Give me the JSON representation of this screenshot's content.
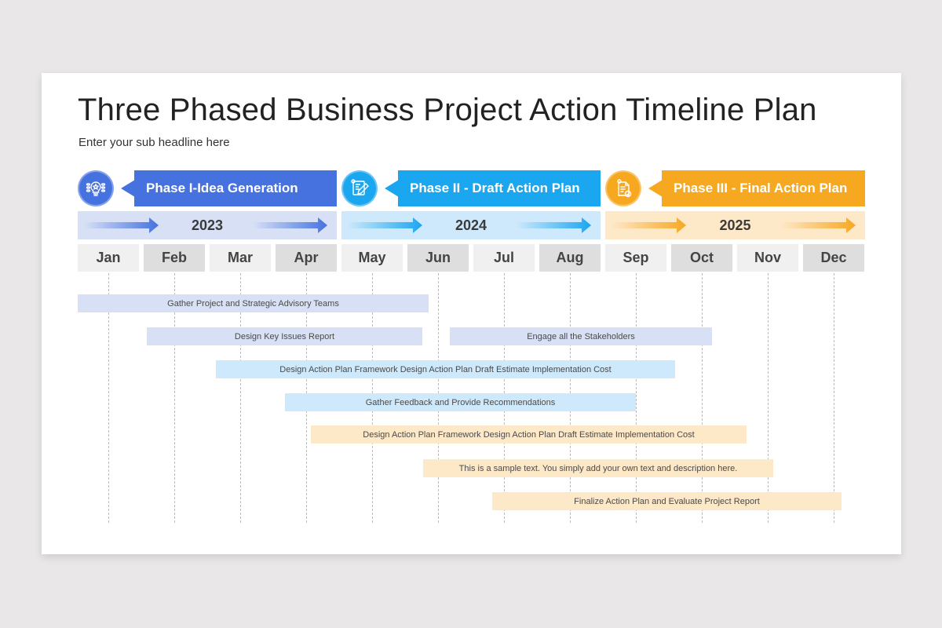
{
  "title": "Three Phased Business Project Action Timeline Plan",
  "subtitle": "Enter your sub headline here",
  "colors": {
    "phase1": "#4672e0",
    "phase2": "#1ba6f0",
    "phase3": "#f6a821",
    "phase1_light": "#d7e0f5",
    "phase2_light": "#cde9fb",
    "phase3_light": "#fde8c8"
  },
  "phases": [
    {
      "label": "Phase I-Idea Generation",
      "year": "2023",
      "icon": "lightbulb-icon"
    },
    {
      "label": "Phase II - Draft Action Plan",
      "year": "2024",
      "icon": "blueprint-pencil-icon"
    },
    {
      "label": "Phase III - Final Action Plan",
      "year": "2025",
      "icon": "document-check-icon"
    }
  ],
  "months": [
    "Jan",
    "Feb",
    "Mar",
    "Apr",
    "May",
    "Jun",
    "Jul",
    "Aug",
    "Sep",
    "Oct",
    "Nov",
    "Dec"
  ],
  "tasks": [
    {
      "label": "Gather Project and Strategic Advisory Teams",
      "phase": 1
    },
    {
      "label": "Design Key Issues Report",
      "phase": 1
    },
    {
      "label": "Engage all the Stakeholders",
      "phase": 1
    },
    {
      "label": "Design Action Plan Framework Design Action Plan Draft Estimate Implementation Cost",
      "phase": 2
    },
    {
      "label": "Gather Feedback and Provide Recommendations",
      "phase": 2
    },
    {
      "label": "Design Action Plan Framework Design Action Plan Draft Estimate Implementation Cost",
      "phase": 3
    },
    {
      "label": "This is a sample text. You simply add your own text and description here.",
      "phase": 3
    },
    {
      "label": "Finalize Action Plan and Evaluate Project Report",
      "phase": 3
    }
  ]
}
